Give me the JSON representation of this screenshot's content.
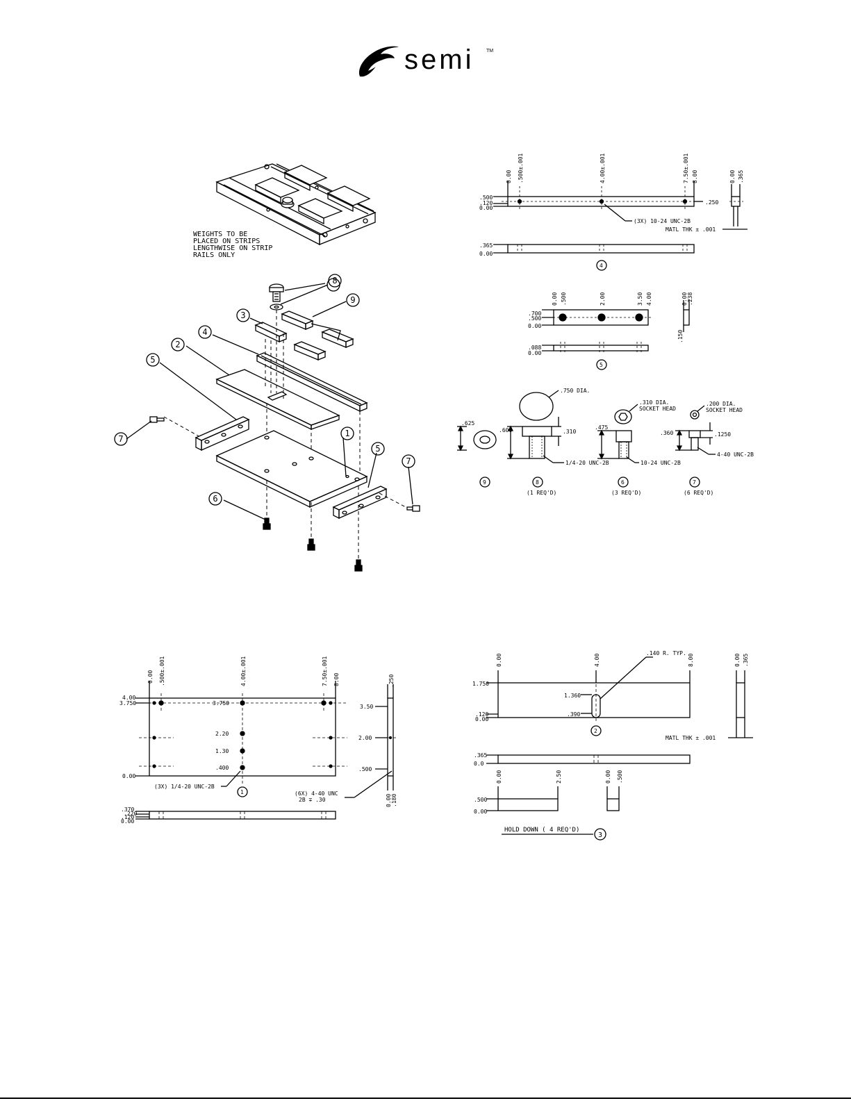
{
  "logo": {
    "wordmark": "semi",
    "trademark": "TM"
  },
  "assembly": {
    "note": [
      "WEIGHTS TO BE",
      "PLACED ON STRIPS",
      "LENGTHWISE ON STRIP",
      "RAILS ONLY"
    ],
    "balloons": [
      "8",
      "9",
      "3",
      "3",
      "4",
      "2",
      "5",
      "1",
      "5",
      "7",
      "7",
      "6"
    ]
  },
  "part4": {
    "top_dims": [
      "0.00",
      ".500±.001",
      "4.00±.001",
      "7.50±.001",
      "8.00"
    ],
    "left_dims": [
      ".500",
      ".120",
      "0.00"
    ],
    "side_top_dims": [
      "0.00",
      ".365"
    ],
    "right_dim": ".250",
    "thread_note": "(3X) 10-24 UNC-2B",
    "matl_note": "MATL THK ± .001",
    "elev_dims": [
      ".365",
      "0.00"
    ],
    "balloon": "4"
  },
  "part5": {
    "top_dims": [
      "0.00",
      ".500",
      "2.00",
      "3.50",
      "4.00"
    ],
    "left_dims": [
      ".700",
      ".500",
      "0.00"
    ],
    "side_top_dims": [
      "0.00",
      ".238"
    ],
    "side_bottom_dim": ".150",
    "elev_dims": [
      ".088",
      "0.00"
    ],
    "balloon": "5"
  },
  "fasteners": {
    "washer_dim": ".625",
    "knob_dia": ".750 DIA.",
    "knob_height": ".600",
    "knob_head": ".310",
    "knob_thread": "1/4-20 UNC-2B",
    "s6_head": ".310 DIA.",
    "s6_head2": "SOCKET HEAD",
    "s6_len": ".475",
    "s6_thread": "10-24 UNC-2B",
    "s7_head": ".200 DIA.",
    "s7_head2": "SOCKET HEAD",
    "s7_len": ".360",
    "s7_headh": ".1250",
    "s7_thread": "4-40 UNC-2B",
    "labels": [
      "9",
      "8",
      "6",
      "7"
    ],
    "req": [
      "(1 REQ'D)",
      "(3 REQ'D)",
      "(6 REQ'D)"
    ]
  },
  "part1": {
    "top_dims": [
      "0.00",
      ".500±.001",
      "4.00±.001",
      "7.50±.001",
      "8.00"
    ],
    "left_dims": [
      "4.00",
      "3.750",
      "0.00"
    ],
    "hole_dims": [
      "3.750",
      "2.20",
      "1.30",
      ".400"
    ],
    "right_dims": [
      "3.50",
      "2.00",
      ".500"
    ],
    "side_top_dim": ".250",
    "side_bottom_dims": [
      "0.00",
      ".180"
    ],
    "thread_note": "(3X) 1/4-20 UNC-2B",
    "thread_note2": [
      "(6X) 4-40 UNC",
      "2B ∓ .30"
    ],
    "elev_dims": [
      ".370",
      ".220",
      ".120",
      "0.00"
    ],
    "balloon": "1"
  },
  "part2": {
    "top_dims": [
      "0.00",
      "4.00",
      "8.00"
    ],
    "slot_note": ".140 R. TYP.",
    "left_dims": [
      "1.750",
      ".120",
      "0.00"
    ],
    "slot_dims": [
      "1.360",
      ".390"
    ],
    "side_top_dims": [
      "0.00",
      ".365"
    ],
    "matl_note": "MATL THK ± .001",
    "elev_dims": [
      ".365",
      "0.0"
    ],
    "balloon": "2"
  },
  "part3": {
    "top_dims": [
      "0.00",
      "2.50"
    ],
    "end_dims": [
      "0.00",
      ".500"
    ],
    "left_dims": [
      ".500",
      "0.00"
    ],
    "caption": "HOLD DOWN  ( 4 REQ'D)",
    "balloon": "3"
  }
}
